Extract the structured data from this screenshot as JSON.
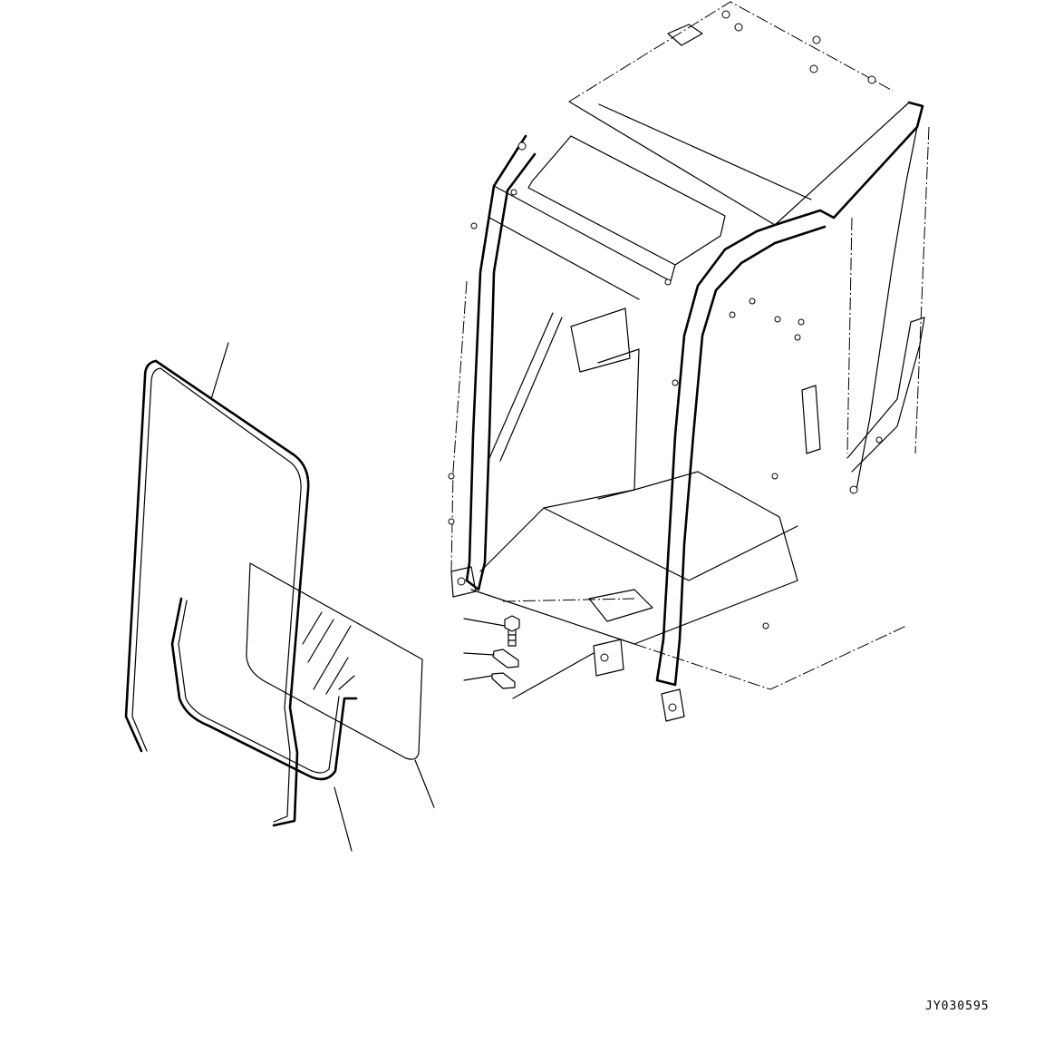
{
  "diagram": {
    "type": "exploded-parts-view",
    "subject": "operator cab frame with window glass, seal, and mounting hardware",
    "reference_code": "JY030595",
    "colors": {
      "line": "#000000",
      "background": "#ffffff"
    },
    "parts": [
      {
        "id": "window-seal-outer",
        "description": "outer window gasket (rounded rectangle frame)"
      },
      {
        "id": "window-glass",
        "description": "glass pane with reflection hatching"
      },
      {
        "id": "window-seal-inner",
        "description": "inner lower seal strip"
      },
      {
        "id": "bolt",
        "description": "hex bolt"
      },
      {
        "id": "bracket-upper",
        "description": "clip bracket"
      },
      {
        "id": "bracket-lower",
        "description": "plate bracket"
      },
      {
        "id": "cab-frame",
        "description": "cab roll-over frame assembly"
      }
    ]
  }
}
